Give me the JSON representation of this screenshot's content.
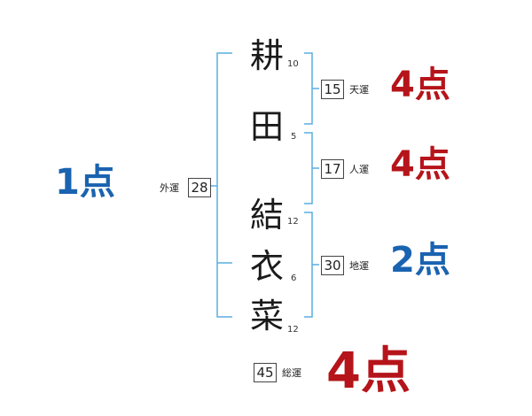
{
  "name_chars": [
    {
      "char": "耕",
      "strokes": "10"
    },
    {
      "char": "田",
      "strokes": "5"
    },
    {
      "char": "結",
      "strokes": "12"
    },
    {
      "char": "衣",
      "strokes": "6"
    },
    {
      "char": "菜",
      "strokes": "12"
    }
  ],
  "fortunes": {
    "tenun": {
      "value": "15",
      "label": "天運",
      "score": "4点"
    },
    "jinun": {
      "value": "17",
      "label": "人運",
      "score": "4点"
    },
    "chiun": {
      "value": "30",
      "label": "地運",
      "score": "2点"
    },
    "gaiun": {
      "value": "28",
      "label": "外運",
      "score": "1点"
    },
    "souun": {
      "value": "45",
      "label": "総運",
      "score": "4点"
    }
  },
  "colors": {
    "bracket": "#5aaee0",
    "score_red": "#b5141a",
    "score_blue": "#1a63b0"
  }
}
